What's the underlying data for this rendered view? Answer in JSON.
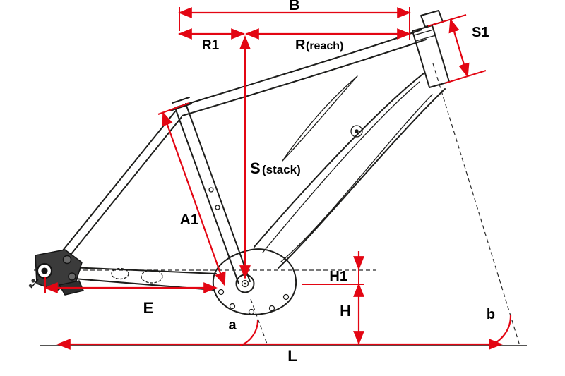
{
  "diagram": {
    "name": "Bike frame geometry diagram",
    "colors": {
      "dimension": "#e30613",
      "frame": "#1d1d1b",
      "background": "#ffffff"
    },
    "labels": {
      "b": "B",
      "r1": "R1",
      "reach_main": "R",
      "reach_sub": "(reach)",
      "s1": "S1",
      "stack_main": "S",
      "stack_sub": "(stack)",
      "a1": "A1",
      "h1": "H1",
      "h": "H",
      "e": "E",
      "angle_a": "a",
      "angle_b": "b",
      "l": "L"
    }
  }
}
